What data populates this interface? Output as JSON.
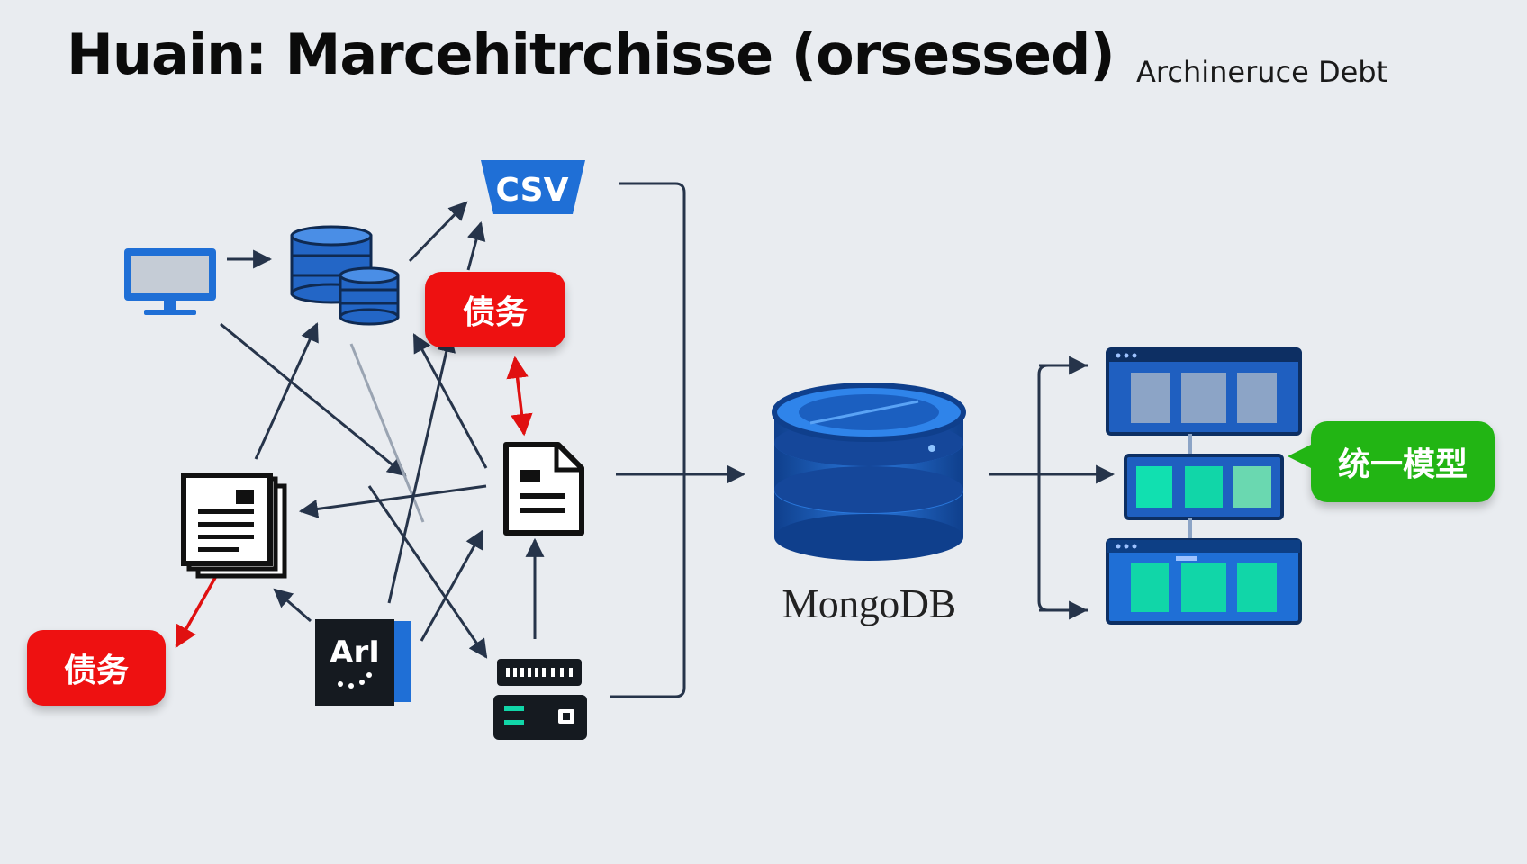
{
  "title": {
    "main": "Huain: Marcehitrchisse (orsessed)",
    "sub": "Archineruce Debt"
  },
  "sources": {
    "csv_label": "CSV",
    "api_label": "ArI"
  },
  "badges": {
    "debt_top": "债务",
    "debt_bottom": "债务",
    "unified_model": "统一模型"
  },
  "hub": {
    "label": "MongoDB"
  },
  "colors": {
    "background": "#e9ecf0",
    "accent_blue": "#1f6fd6",
    "debt_red": "#ee1111",
    "model_green": "#22b514",
    "line": "#26344a",
    "panel_teal": "#11d6a8"
  },
  "icons": {
    "monitor": "monitor-icon",
    "database_stack": "database-stack-icon",
    "csv": "csv-file-icon",
    "document": "document-icon",
    "document_stack": "document-stack-icon",
    "api": "api-box-icon",
    "server": "server-rack-icon",
    "mongodb": "mongodb-cylinder-icon",
    "panels": "ui-panel-icon"
  }
}
